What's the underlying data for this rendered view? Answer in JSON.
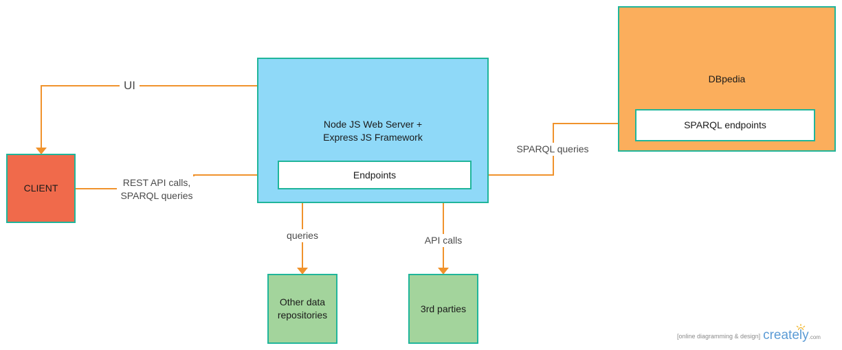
{
  "nodes": {
    "client": "CLIENT",
    "server": "Node JS Web Server +\nExpress JS Framework",
    "endpoints": "Endpoints",
    "dbpedia": "DBpedia",
    "sparql_endpoints": "SPARQL endpoints",
    "other_repos": "Other data\nrepositories",
    "third_parties": "3rd parties"
  },
  "edges": {
    "ui": "UI",
    "rest": "REST API calls,\nSPARQL queries",
    "sparql_queries": "SPARQL queries",
    "queries": "queries",
    "api_calls": "API calls"
  },
  "colors": {
    "client": "#f06a4b",
    "server": "#8fd9f8",
    "dbpedia": "#fbae5c",
    "repo": "#a3d49c",
    "border": "#1fb59a",
    "edge": "#f0922b"
  },
  "watermark": {
    "tagline": "[online diagramming & design]",
    "brand": "creately",
    "suffix": ".com"
  }
}
